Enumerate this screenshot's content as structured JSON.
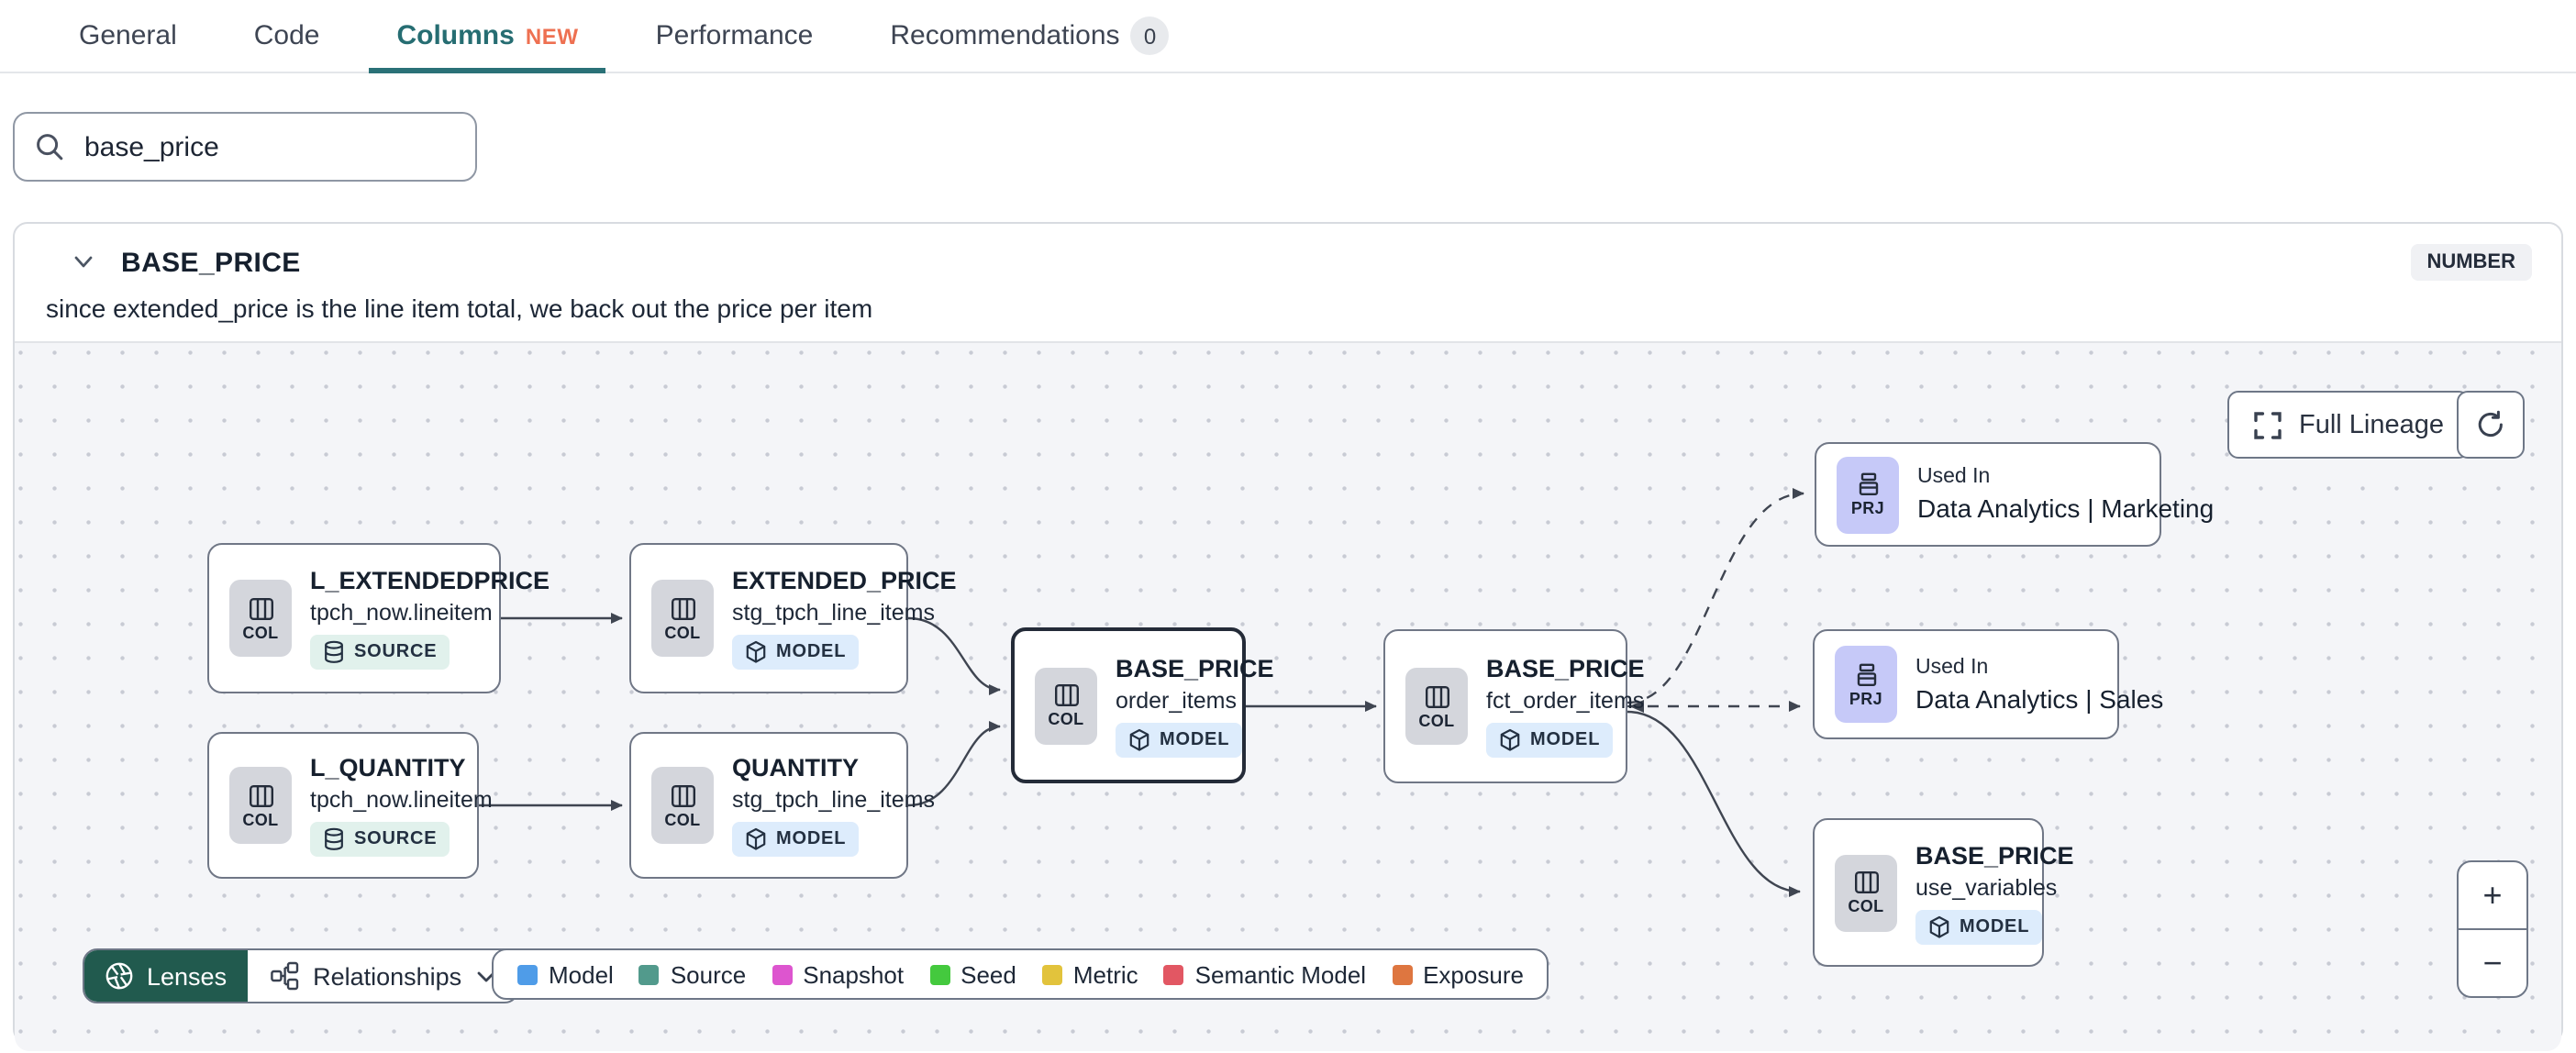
{
  "tabs": {
    "items": [
      {
        "label": "General"
      },
      {
        "label": "Code"
      },
      {
        "label": "Columns",
        "badge": "NEW",
        "active": true
      },
      {
        "label": "Performance"
      },
      {
        "label": "Recommendations",
        "count": "0"
      }
    ]
  },
  "search": {
    "value": "base_price"
  },
  "column_panel": {
    "name": "BASE_PRICE",
    "type": "NUMBER",
    "description": "since extended_price is the line item total, we back out the price per item"
  },
  "lineage": {
    "full_lineage_label": "Full Lineage",
    "zoom_in_label": "+",
    "zoom_out_label": "−",
    "nodes": [
      {
        "id": "l_extendedprice",
        "title": "L_EXTENDEDPRICE",
        "subtitle": "tpch_now.lineitem",
        "icon_label": "COL",
        "badge": "SOURCE"
      },
      {
        "id": "extended_price",
        "title": "EXTENDED_PRICE",
        "subtitle": "stg_tpch_line_items",
        "icon_label": "COL",
        "badge": "MODEL"
      },
      {
        "id": "l_quantity",
        "title": "L_QUANTITY",
        "subtitle": "tpch_now.lineitem",
        "icon_label": "COL",
        "badge": "SOURCE"
      },
      {
        "id": "quantity",
        "title": "QUANTITY",
        "subtitle": "stg_tpch_line_items",
        "icon_label": "COL",
        "badge": "MODEL"
      },
      {
        "id": "base_price_order_items",
        "title": "BASE_PRICE",
        "subtitle": "order_items",
        "icon_label": "COL",
        "badge": "MODEL",
        "selected": true
      },
      {
        "id": "base_price_fct_order_items",
        "title": "BASE_PRICE",
        "subtitle": "fct_order_items",
        "icon_label": "COL",
        "badge": "MODEL"
      },
      {
        "id": "used_in_marketing",
        "kind": "project",
        "icon_label": "PRJ",
        "title": "Used In",
        "subtitle": "Data Analytics | Marketing"
      },
      {
        "id": "used_in_sales",
        "kind": "project",
        "icon_label": "PRJ",
        "title": "Used In",
        "subtitle": "Data Analytics | Sales"
      },
      {
        "id": "base_price_use_variables",
        "title": "BASE_PRICE",
        "subtitle": "use_variables",
        "icon_label": "COL",
        "badge": "MODEL"
      }
    ],
    "toolbar": {
      "lenses_label": "Lenses",
      "relationships_label": "Relationships"
    },
    "legend": [
      {
        "label": "Model",
        "color": "#4f9ce8"
      },
      {
        "label": "Source",
        "color": "#529a8c"
      },
      {
        "label": "Snapshot",
        "color": "#dd55cf"
      },
      {
        "label": "Seed",
        "color": "#44c93e"
      },
      {
        "label": "Metric",
        "color": "#e2c33c"
      },
      {
        "label": "Semantic Model",
        "color": "#e25763"
      },
      {
        "label": "Exposure",
        "color": "#de7640"
      }
    ]
  }
}
